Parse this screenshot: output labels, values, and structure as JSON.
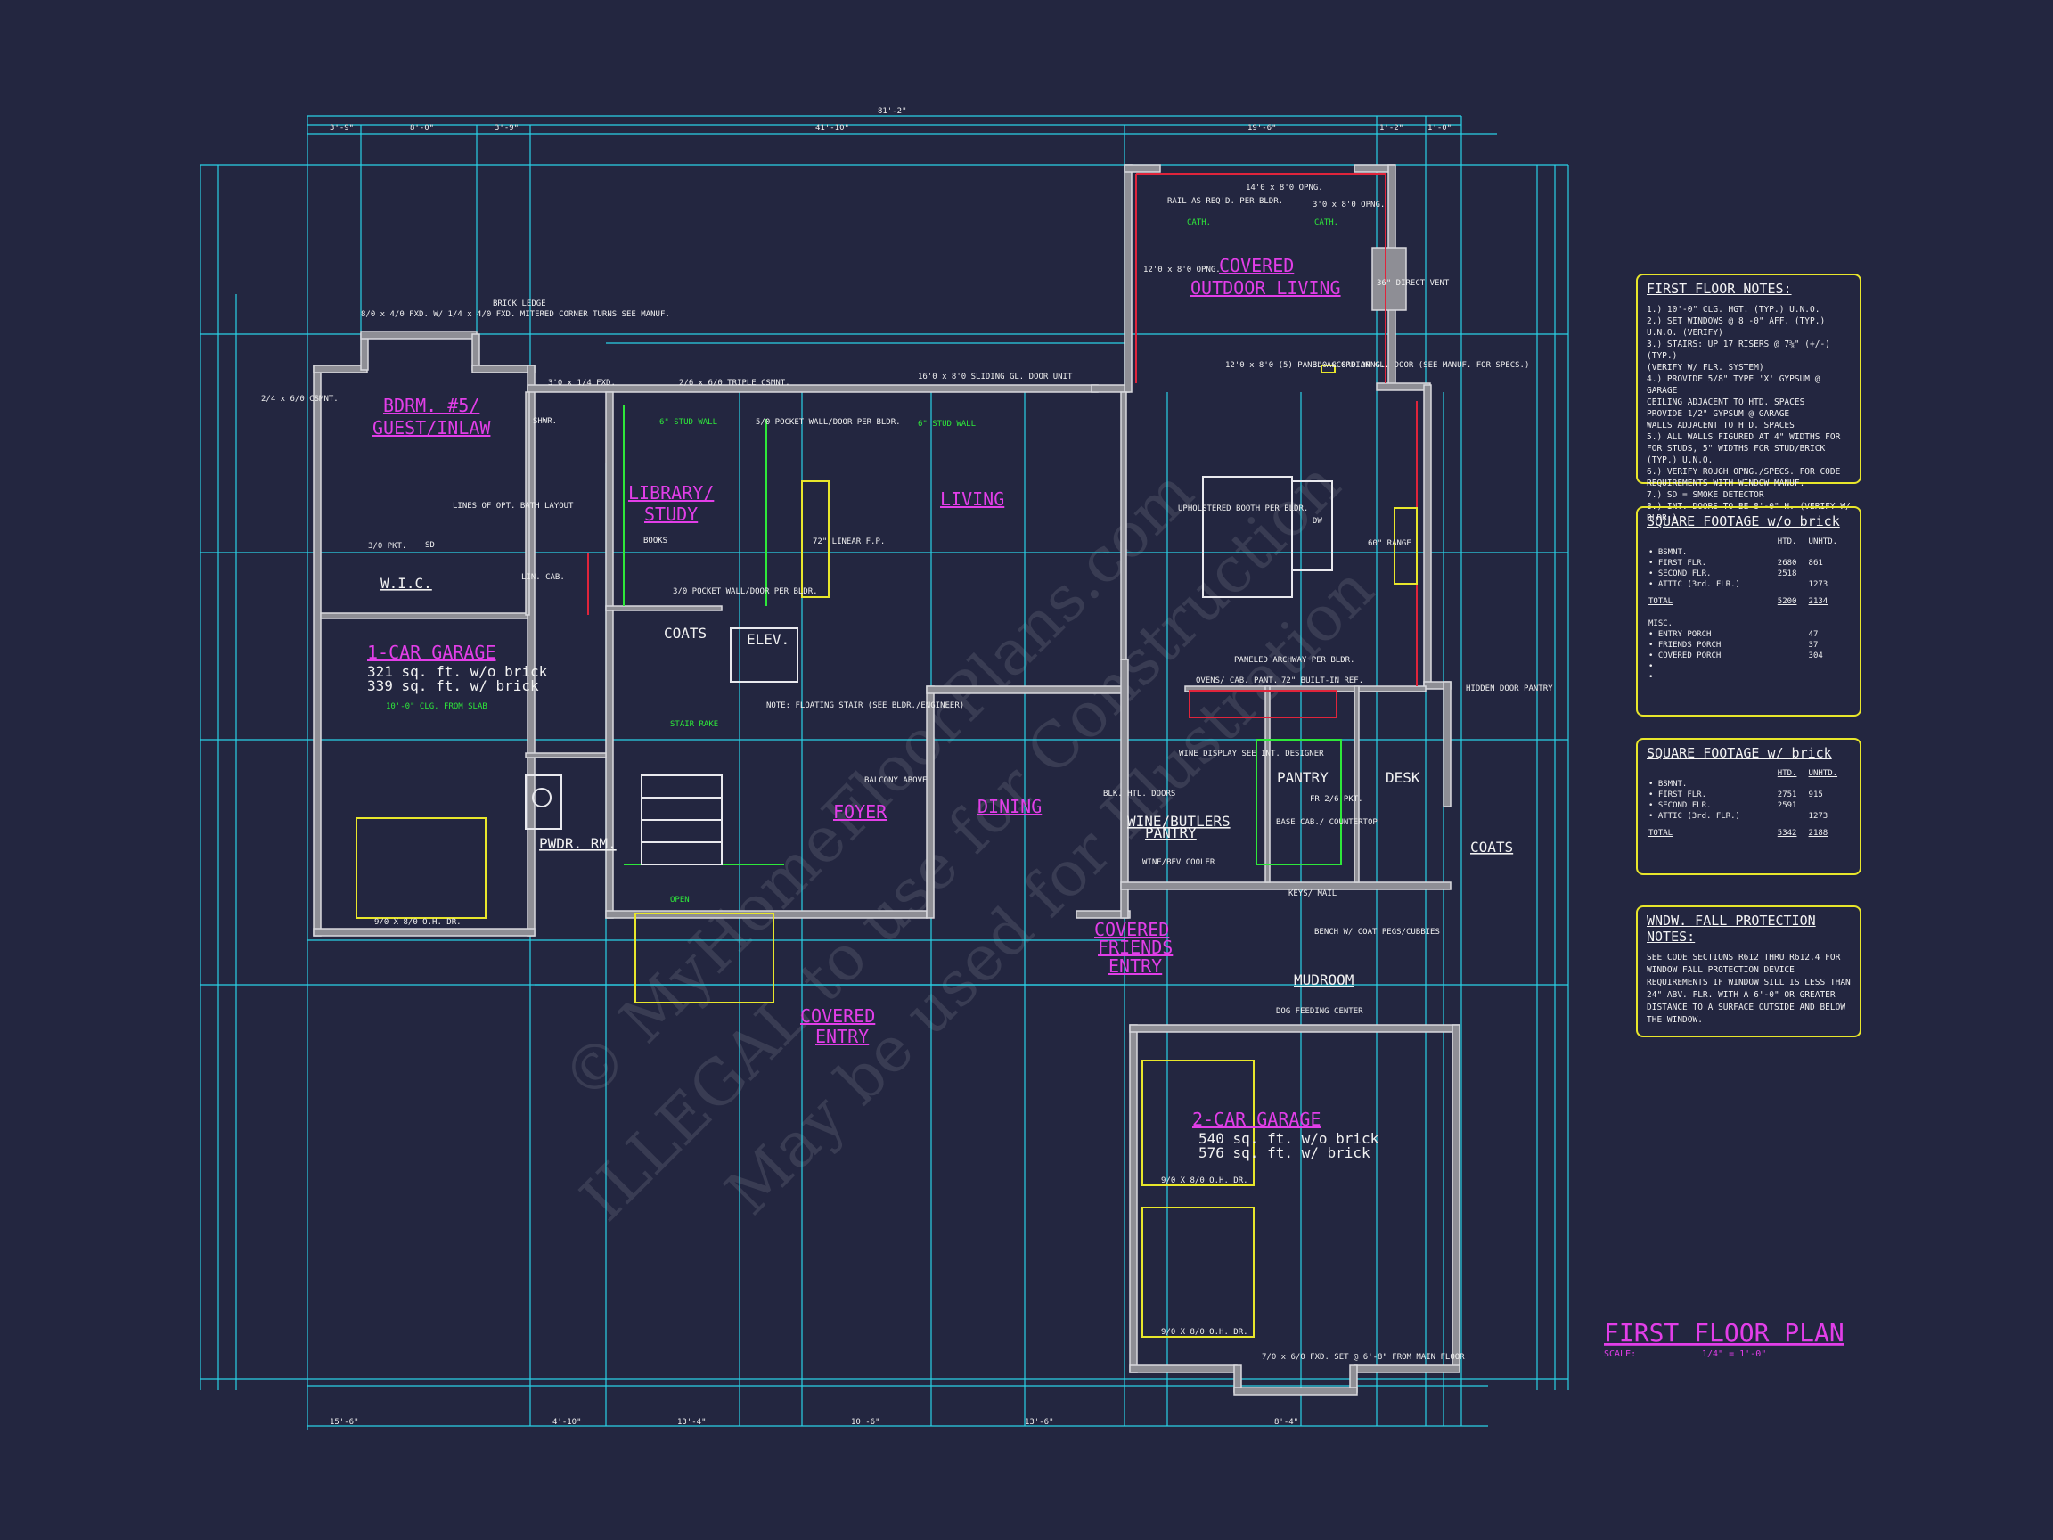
{
  "title": "FIRST FLOOR PLAN",
  "scale_label": "SCALE:",
  "scale_value": "1/4\" = 1'-0\"",
  "watermark": {
    "line1": "© MyHomeFloorPlans.com",
    "line2": "ILLEGAL to use for Construction",
    "line3": "May be used for Illustration"
  },
  "rooms": {
    "covered_outdoor": [
      "COVERED",
      "OUTDOOR LIVING"
    ],
    "bedroom5": [
      "BDRM. #5/",
      "GUEST/INLAW"
    ],
    "library": [
      "LIBRARY/",
      "STUDY"
    ],
    "living": "LIVING",
    "garage1": "1-CAR GARAGE",
    "garage1_sq1": "321 sq. ft. w/o brick",
    "garage1_sq2": "339 sq. ft. w/ brick",
    "coats1": "COATS",
    "elev": "ELEV.",
    "foyer": "FOYER",
    "dining": "DINING",
    "pantry": "PANTRY",
    "desk": "DESK",
    "coats2": "COATS",
    "wine": [
      "WINE/BUTLERS",
      "PANTRY"
    ],
    "powder": "PWDR. RM.",
    "covered_entry": [
      "COVERED",
      "ENTRY"
    ],
    "friends_entry": [
      "COVERED",
      "FRIENDS",
      "ENTRY"
    ],
    "mudroom": "MUDROOM",
    "garage2": "2-CAR GARAGE",
    "garage2_sq1": "540 sq. ft. w/o brick",
    "garage2_sq2": "576 sq. ft. w/ brick",
    "wic": "W.I.C."
  },
  "annotations": {
    "rail": "RAIL AS REQ'D. PER BLDR.",
    "cath1": "CATH.",
    "cath2": "CATH.",
    "opng1": "14'0 x 8'0 OPNG.",
    "opng2": "3'0 x 8'0 OPNG.",
    "opng3": "12'0 x 8'0 OPNG.",
    "vent": "36\" DIRECT VENT",
    "panel_door": "12'0 x 8'0 (5) PANEL ACCORDIAN GL. DOOR (SEE MANUF. FOR SPECS.)",
    "opng4": "3'0 x 8'0 OPNG.",
    "sliding": "16'0 x 8'0 SLIDING GL. DOOR UNIT",
    "triple": "2/6 x 6/0 TRIPLE CSMNT.",
    "fxd": "3'0 x 1/4 FXD.",
    "brick_ledge": "BRICK LEDGE",
    "mitered": "8/0 x 4/0 FXD. W/ 1/4 x 4/0 FXD. MITERED CORNER TURNS SEE MANUF.",
    "stud_wall": "6\" STUD WALL",
    "pocket": "5/0 POCKET WALL/DOOR PER BLDR.",
    "books": "BOOKS",
    "linear_fp": "72\" LINEAR F.P.",
    "pocket2": "3/0 POCKET WALL/DOOR PER BLDR.",
    "booth": "UPHOLSTERED BOOTH PER BLDR.",
    "dw": "DW",
    "range": "60\" RANGE",
    "archway": "PANELED ARCHWAY PER BLDR.",
    "ovens": "OVENS/ CAB. PANT.",
    "builtin": "72\" BUILT-IN REF.",
    "hidden_door": "HIDDEN DOOR PANTRY",
    "shwr": "SHWR.",
    "lines_opt": "LINES OF OPT. BATH LAYOUT",
    "pkt": "3/0 PKT.",
    "lin": "LIN. CAB.",
    "sd": "SD",
    "ceiling": "10'-0\" CLG. FROM SLAB",
    "floating": "NOTE: FLOATING STAIR (SEE BLDR./ENGINEER)",
    "stair_rake": "STAIR RAKE",
    "balcony": "BALCONY ABOVE",
    "wine_display": "WINE DISPLAY SEE INT. DESIGNER",
    "blk_doors": "BLK. HTL. DOORS",
    "wine_cooler": "WINE/BEV COOLER",
    "base_cab": "BASE CAB./ COUNTERTOP",
    "fr_pkt": "FR 2/6 PKT.",
    "keys": "KEYS/ MAIL",
    "bench": "BENCH W/ COAT PEGS/CUBBIES",
    "dog": "DOG FEEDING CENTER",
    "ohdr1": "9/0 X 8/0 O.H. DR.",
    "ohdr2": "9/0 X 8/0 O.H. DR.",
    "ohdr3": "9/0 X 8/0 O.H. DR.",
    "open": "OPEN",
    "ftr": "7/0 x 6/0 FXD. SET @ 6'-8\" FROM MAIN FLOOR",
    "csmnt": "2/4 x 6/0 CSMNT.",
    "dim_total": "81'-2\""
  },
  "notes_first_floor": {
    "title": "FIRST FLOOR NOTES:",
    "items": [
      "1.) 10'-0\" CLG. HGT. (TYP.) U.N.O.",
      "2.) SET WINDOWS @ 8'-0\" AFF. (TYP.) U.N.O. (VERIFY)",
      "3.) STAIRS: UP 17 RISERS @ 7⅝\" (+/-) (TYP.)",
      "    (VERIFY W/ FLR. SYSTEM)",
      "4.) PROVIDE 5/8\" TYPE 'X' GYPSUM @ GARAGE",
      "    CEILING ADJACENT TO HTD. SPACES",
      "    PROVIDE 1/2\" GYPSUM @ GARAGE",
      "    WALLS ADJACENT TO HTD. SPACES",
      "5.) ALL WALLS FIGURED AT 4\" WIDTHS FOR",
      "    FOR STUDS, 5\" WIDTHS FOR STUD/BRICK",
      "    (TYP.) U.N.O.",
      "6.) VERIFY ROUGH OPNG./SPECS. FOR CODE",
      "    REQUIREMENTS WITH WINDOW MANUF.",
      "7.) SD = SMOKE DETECTOR",
      "8.) INT. DOORS TO BE 8'-0\" H. (VERIFY W/ BLDR.)"
    ]
  },
  "sqft_wo_brick": {
    "title": "SQUARE FOOTAGE  w/o brick",
    "col_htd": "HTD.",
    "col_unhtd": "UNHTD.",
    "rows": [
      {
        "label": "• BSMNT.",
        "htd": "",
        "unhtd": ""
      },
      {
        "label": "• FIRST FLR.",
        "htd": "2680",
        "unhtd": "861"
      },
      {
        "label": "• SECOND FLR.",
        "htd": "2518",
        "unhtd": ""
      },
      {
        "label": "• ATTIC (3rd. FLR.)",
        "htd": "",
        "unhtd": "1273"
      }
    ],
    "total_label": "TOTAL",
    "total_htd": "5200",
    "total_unhtd": "2134",
    "misc_label": "MISC.",
    "misc": [
      {
        "label": "• ENTRY PORCH",
        "val": "47"
      },
      {
        "label": "• FRIENDS PORCH",
        "val": "37"
      },
      {
        "label": "• COVERED PORCH",
        "val": "304"
      },
      {
        "label": "•",
        "val": ""
      },
      {
        "label": "•",
        "val": ""
      }
    ]
  },
  "sqft_w_brick": {
    "title": "SQUARE FOOTAGE  w/ brick",
    "col_htd": "HTD.",
    "col_unhtd": "UNHTD.",
    "rows": [
      {
        "label": "• BSMNT.",
        "htd": "",
        "unhtd": ""
      },
      {
        "label": "• FIRST FLR.",
        "htd": "2751",
        "unhtd": "915"
      },
      {
        "label": "• SECOND FLR.",
        "htd": "2591",
        "unhtd": ""
      },
      {
        "label": "• ATTIC (3rd. FLR.)",
        "htd": "",
        "unhtd": "1273"
      }
    ],
    "total_label": "TOTAL",
    "total_htd": "5342",
    "total_unhtd": "2188"
  },
  "window_notes": {
    "title": "WNDW. FALL PROTECTION NOTES:",
    "text": "SEE CODE SECTIONS R612 THRU R612.4 FOR WINDOW FALL PROTECTION DEVICE REQUIREMENTS IF WINDOW SILL IS LESS THAN 24\" ABV. FLR. WITH A 6'-0\" OR GREATER DISTANCE TO A SURFACE OUTSIDE AND BELOW THE WINDOW."
  },
  "colors": {
    "background": "#232640",
    "dimension": "#2ad1e6",
    "room_label": "#e23ee8",
    "note_border": "#e8e62b",
    "wall_fill": "#8e8e95"
  }
}
